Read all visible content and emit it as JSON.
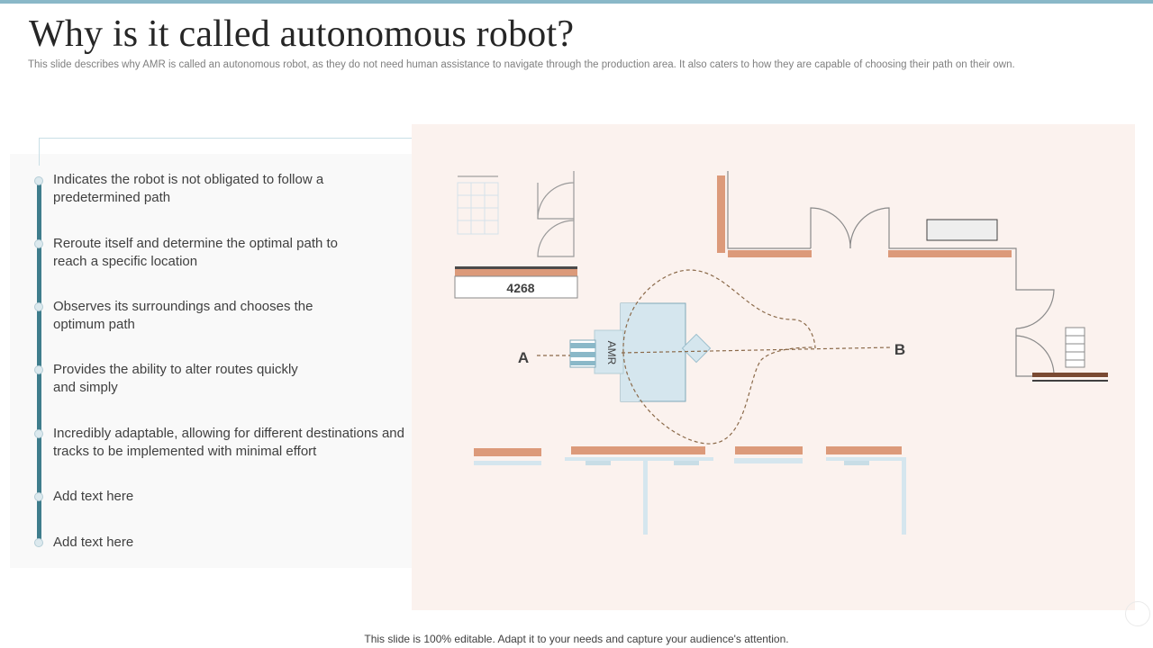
{
  "slide": {
    "title": "Why is it called autonomous robot?",
    "subtitle": "This slide describes why AMR is called an autonomous robot, as they do not need human assistance to navigate through the production area. It also caters to how they are capable of choosing their path on their own.",
    "footer": "This slide is 100% editable. Adapt it to your needs and capture your audience's attention."
  },
  "points": [
    "Indicates the robot is not obligated to follow a predetermined path",
    "Reroute itself and determine the optimal path to reach a specific location",
    "Observes its surroundings  and chooses the optimum path",
    "Provides the ability to alter routes quickly and simply",
    "Incredibly adaptable, allowing for different destinations and tracks to be implemented with minimal effort",
    "Add text here",
    "Add text here"
  ],
  "diagram": {
    "robot_label": "AMR",
    "point_a": "A",
    "point_b": "B",
    "counter_value": "4268"
  },
  "colors": {
    "accent_teal": "#3f7d8c",
    "accent_orange": "#dc9a7a",
    "dark_brown": "#7a4a32",
    "light_blue": "#d5e6ee",
    "panel_bg": "#fbf2ee"
  }
}
